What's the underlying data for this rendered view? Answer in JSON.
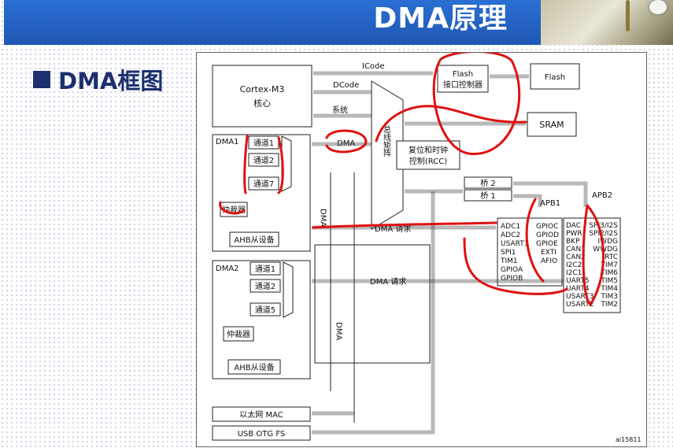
{
  "header": {
    "title": "DMA原理"
  },
  "section": {
    "heading": "DMA框图"
  },
  "diagram": {
    "cortex": {
      "name": "Cortex-M3",
      "sub": "核心"
    },
    "buses": {
      "icode": "ICode",
      "dcode": "DCode",
      "system": "系统",
      "dma": "DMA"
    },
    "flash_if": {
      "line1": "Flash",
      "line2": "接口控制器"
    },
    "flash": "Flash",
    "sram": "SRAM",
    "bus_matrix": "总线矩阵",
    "rcc": {
      "line1": "复位和时钟",
      "line2": "控制(RCC)"
    },
    "bridge2": "桥 2",
    "bridge1": "桥 1",
    "apb1": "APB1",
    "apb2": "APB2",
    "dma1": {
      "name": "DMA1",
      "channels": [
        "通道1",
        "通道2",
        "通道7"
      ],
      "arbiter": "仲裁器",
      "ahb_slave": "AHB从设备"
    },
    "dma2": {
      "name": "DMA2",
      "channels": [
        "通道1",
        "通道2",
        "通道5"
      ],
      "arbiter": "仲裁器",
      "ahb_slave": "AHB从设备"
    },
    "dma_request_1": "DMA 请求",
    "dma_request_2": "DMA 请求",
    "dma_vertical_1": "DMA",
    "dma_vertical_2": "DMA",
    "apb1_left_col": [
      "ADC1",
      "ADC2",
      "USART1",
      "SPI1",
      "TIM1",
      "GPIOA",
      "GPIOB"
    ],
    "apb1_right_col": [
      "GPIOC",
      "GPIOD",
      "GPIOE",
      "EXTI",
      "AFIO"
    ],
    "apb2_left_col": [
      "DAC",
      "PWR",
      "BKP",
      "CAN1",
      "CAN2",
      "I2C2",
      "I2C1",
      "UART5",
      "UART4",
      "USART3",
      "USART2"
    ],
    "apb2_right_col": [
      "SPI3/I2S",
      "SPI2/I2S",
      "IWDG",
      "WWDG",
      "RTC",
      "TIM7",
      "TIM6",
      "TIM5",
      "TIM4",
      "TIM3",
      "TIM2"
    ],
    "ethernet": "以太网 MAC",
    "usb": "USB OTG FS",
    "figure_id": "ai15811"
  },
  "colors": {
    "header_blue": "#1f57b4",
    "annotation_red": "#e01010",
    "heading_navy": "#1d2f6e"
  }
}
